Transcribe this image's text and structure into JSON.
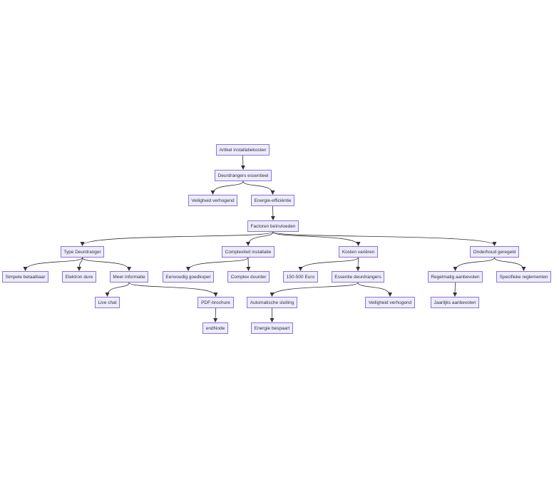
{
  "diagram": {
    "type": "flowchart-tree",
    "colors": {
      "node_fill": "#ECECFF",
      "node_border": "#9370DB",
      "edge": "#333333",
      "text": "#333333"
    },
    "nodes": {
      "artikel": "Artikel installatiekosten",
      "deurdrangers": "Deurdrangers essentieel",
      "veiligheid1": "Veiligheid verhogend",
      "energie_eff": "Energie-efficiëntie",
      "factoren": "Factoren beïnvloeden",
      "type": "Type Deurdranger",
      "complexiteit": "Complexiteit installatie",
      "kosten": "Kosten variëren",
      "onderhoud": "Onderhoud geregeld",
      "simpele": "Simpele betaalbaar",
      "elektron": "Elektron dure",
      "meer_info": "Meer informatie",
      "eenvoudig": "Eenvoudig goedkoper",
      "complex_duurder": "Complex duurder",
      "euro": "150-500 Euro",
      "essentie": "Essentie deurdrangers",
      "regelmatig": "Regelmatig aanbevolen",
      "specifieke": "Specifieke reglementen",
      "live_chat": "Live chat",
      "pdf": "PDF-brochure",
      "automatische": "Automatische sluiting",
      "veiligheid2": "Veiligheid verhogend",
      "jaarlijks": "Jaarlijks aanbevolen",
      "endnode": "endNode",
      "energie_bespaart": "Energie bespaart"
    },
    "edges": [
      [
        "artikel",
        "deurdrangers"
      ],
      [
        "deurdrangers",
        "veiligheid1"
      ],
      [
        "deurdrangers",
        "energie_eff"
      ],
      [
        "energie_eff",
        "factoren"
      ],
      [
        "factoren",
        "type"
      ],
      [
        "factoren",
        "complexiteit"
      ],
      [
        "factoren",
        "kosten"
      ],
      [
        "factoren",
        "onderhoud"
      ],
      [
        "type",
        "simpele"
      ],
      [
        "type",
        "elektron"
      ],
      [
        "type",
        "meer_info"
      ],
      [
        "complexiteit",
        "eenvoudig"
      ],
      [
        "complexiteit",
        "complex_duurder"
      ],
      [
        "kosten",
        "euro"
      ],
      [
        "kosten",
        "essentie"
      ],
      [
        "onderhoud",
        "regelmatig"
      ],
      [
        "onderhoud",
        "specifieke"
      ],
      [
        "meer_info",
        "live_chat"
      ],
      [
        "meer_info",
        "pdf"
      ],
      [
        "essentie",
        "automatische"
      ],
      [
        "essentie",
        "veiligheid2"
      ],
      [
        "regelmatig",
        "jaarlijks"
      ],
      [
        "pdf",
        "endnode"
      ],
      [
        "automatische",
        "energie_bespaart"
      ]
    ]
  }
}
